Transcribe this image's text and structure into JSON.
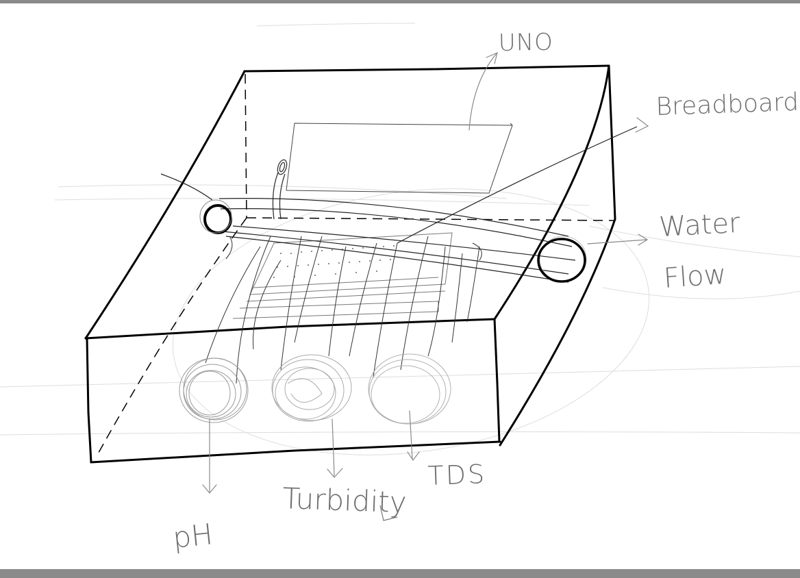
{
  "labels": {
    "uno": "UNO",
    "breadboard": "Breadboard",
    "water": "Water",
    "flow": "Flow",
    "ph": "pH",
    "turbidity": "Turbidity",
    "tds": "TDS"
  },
  "colors": {
    "stroke": "#000000",
    "sketch": "#9a9a9a",
    "label": "#7a7a7a"
  }
}
